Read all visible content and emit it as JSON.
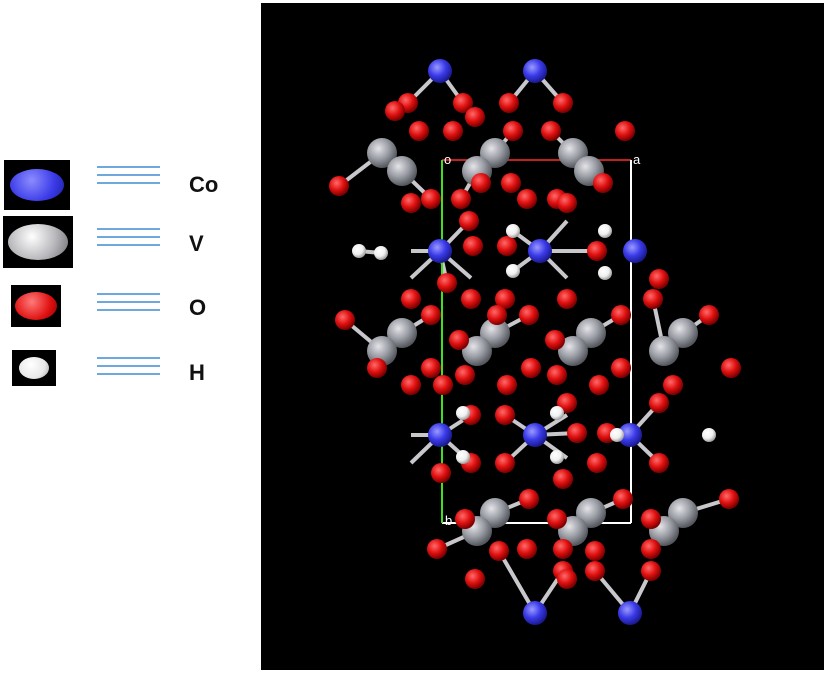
{
  "legend": [
    {
      "element": "Co",
      "color": "#3a3ae8",
      "icon": "cobalt-atom-icon"
    },
    {
      "element": "V",
      "color": "#a8a8ac",
      "icon": "vanadium-atom-icon"
    },
    {
      "element": "O",
      "color": "#e01010",
      "icon": "oxygen-atom-icon"
    },
    {
      "element": "H",
      "color": "#f2f2f2",
      "icon": "hydrogen-atom-icon"
    }
  ],
  "structure": {
    "axis_labels": {
      "origin": "o",
      "a": "a",
      "b": "b"
    },
    "colors": {
      "background": "#000000",
      "cobalt": "#3a3ae8",
      "vanadium": "#9a9ca4",
      "oxygen": "#e01010",
      "hydrogen": "#ffffff",
      "a_axis": "#c02020",
      "b_axis": "#40e020",
      "cell": "#ffffff"
    }
  }
}
